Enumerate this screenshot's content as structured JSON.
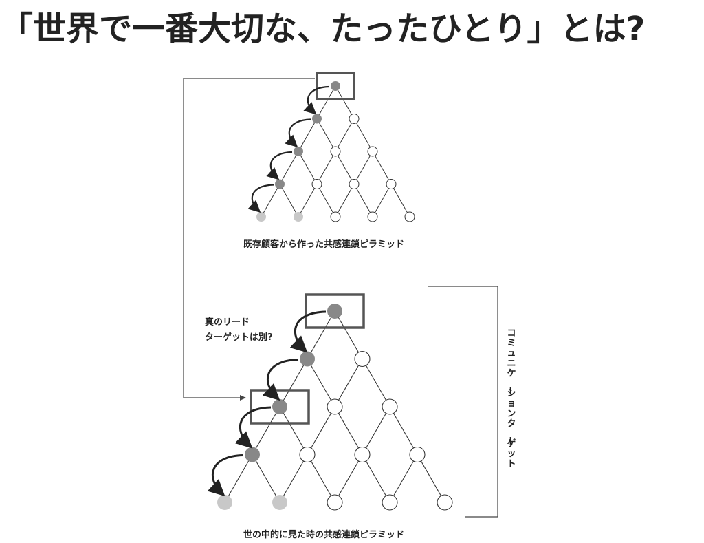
{
  "headline": "「世界で一番大切な、たったひとり」とは?",
  "top_pyramid": {
    "caption": "既存顧客から作った共感連鎖ピラミッド"
  },
  "bottom_pyramid": {
    "caption": "世の中的に見た時の共感連鎖ピラミッド",
    "annotation_line1": "真のリード",
    "annotation_line2": "ターゲットは別?"
  },
  "side_label": "コミュニケーションターゲット",
  "colors": {
    "ink": "#222222",
    "node_dark": "#888888",
    "node_light": "#c8c8c8",
    "node_white": "#ffffff",
    "highlight_box": "#555555"
  }
}
